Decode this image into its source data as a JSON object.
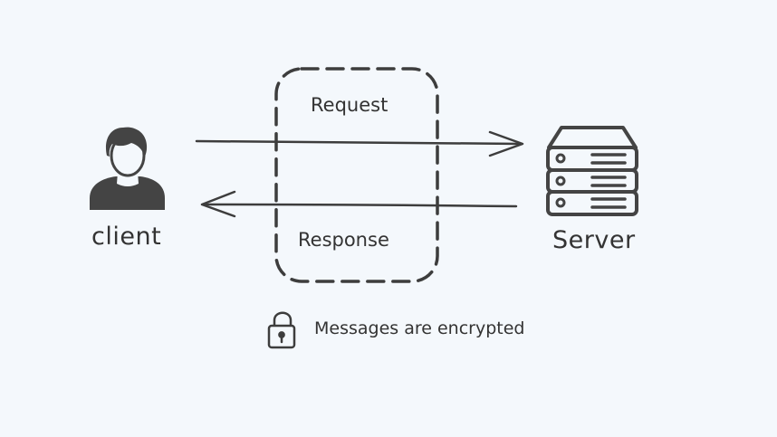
{
  "nodes": {
    "client": {
      "label": "client",
      "icon": "user-icon"
    },
    "server": {
      "label": "Server",
      "icon": "server-icon"
    }
  },
  "edges": {
    "request": {
      "label": "Request",
      "from": "client",
      "to": "server"
    },
    "response": {
      "label": "Response",
      "from": "server",
      "to": "client"
    }
  },
  "note": {
    "text": "Messages are encrypted",
    "icon": "lock-icon"
  },
  "colors": {
    "background": "#f4f8fc",
    "stroke": "#3d3d3d",
    "icon_fill": "#444444"
  }
}
